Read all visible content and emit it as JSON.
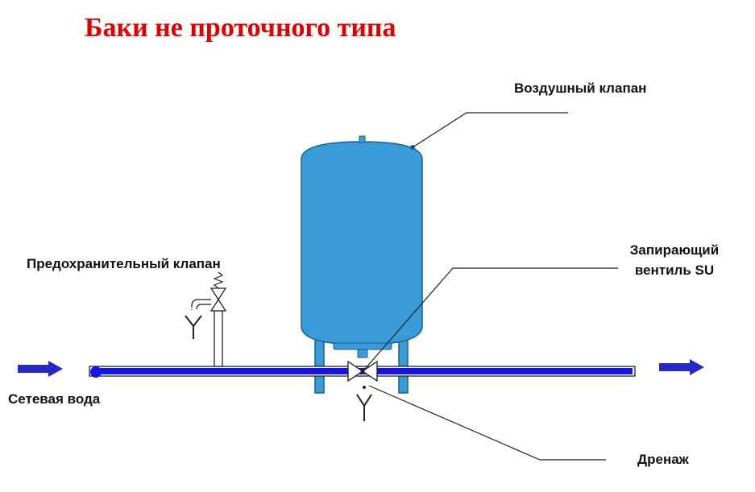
{
  "title": "Баки не проточного типа",
  "labels": {
    "air_valve": "Воздушный клапан",
    "safety_valve": "Предохранительный клапан",
    "shutoff_valve_line1": "Запирающий",
    "shutoff_valve_line2": "вентиль SU",
    "mains_water": "Сетевая вода",
    "drain": "Дренаж"
  },
  "colors": {
    "title": "#e00000",
    "tank": "#3a9bd9",
    "pipe": "#1414e6",
    "arrow": "#2828c8"
  }
}
